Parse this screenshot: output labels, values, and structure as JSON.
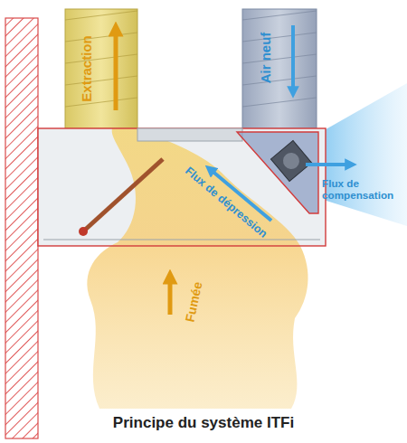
{
  "diagram": {
    "caption": "Principe du système ITFi",
    "labels": [
      "Extraction",
      "Air neuf",
      "Flux de compensation",
      "Flux de dépression",
      "Fumée"
    ]
  }
}
